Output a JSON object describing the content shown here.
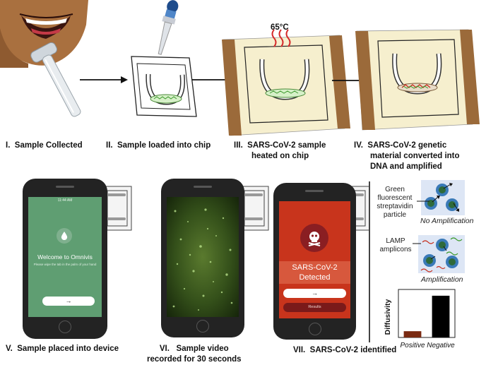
{
  "temperature": "65°C",
  "steps": [
    {
      "numeral": "I.",
      "text": "Sample Collected"
    },
    {
      "numeral": "II.",
      "text": "Sample loaded into chip"
    },
    {
      "numeral": "III.",
      "text": "SARS-CoV-2 sample",
      "text2": "heated on chip"
    },
    {
      "numeral": "IV.",
      "text": "SARS-CoV-2 genetic",
      "text2": "material converted into",
      "text3": "DNA and amplified"
    },
    {
      "numeral": "V.",
      "text": "Sample placed into device"
    },
    {
      "numeral": "VI.",
      "text": "Sample video",
      "text2": "recorded for 30 seconds"
    },
    {
      "numeral": "VII.",
      "text": "SARS-CoV-2 identified"
    }
  ],
  "phone1": {
    "status_time": "11:44 AM",
    "welcome": "Welcome to Omnivis",
    "subtitle": "Please wipe the tab in the palm of your hand",
    "button_arrow": "→"
  },
  "phone3": {
    "result_line1": "SARS-CoV-2",
    "result_line2": "Detected",
    "button_arrow": "→",
    "results_button": "Results"
  },
  "legend": {
    "particle_label_1": "Green",
    "particle_label_2": "fluorescent",
    "particle_label_3": "streptavidin",
    "particle_label_4": "particle",
    "no_amp_caption": "No Amplification",
    "amplicon_label_1": "LAMP",
    "amplicon_label_2": "amplicons",
    "amp_caption": "Amplification"
  },
  "chart_data": {
    "type": "bar",
    "categories": [
      "Positive",
      "Negative"
    ],
    "values": [
      0.15,
      1.0
    ],
    "ylabel": "Diffusivity",
    "ylim": [
      0,
      1.15
    ],
    "colors": [
      "#7a2a12",
      "#000000"
    ]
  }
}
